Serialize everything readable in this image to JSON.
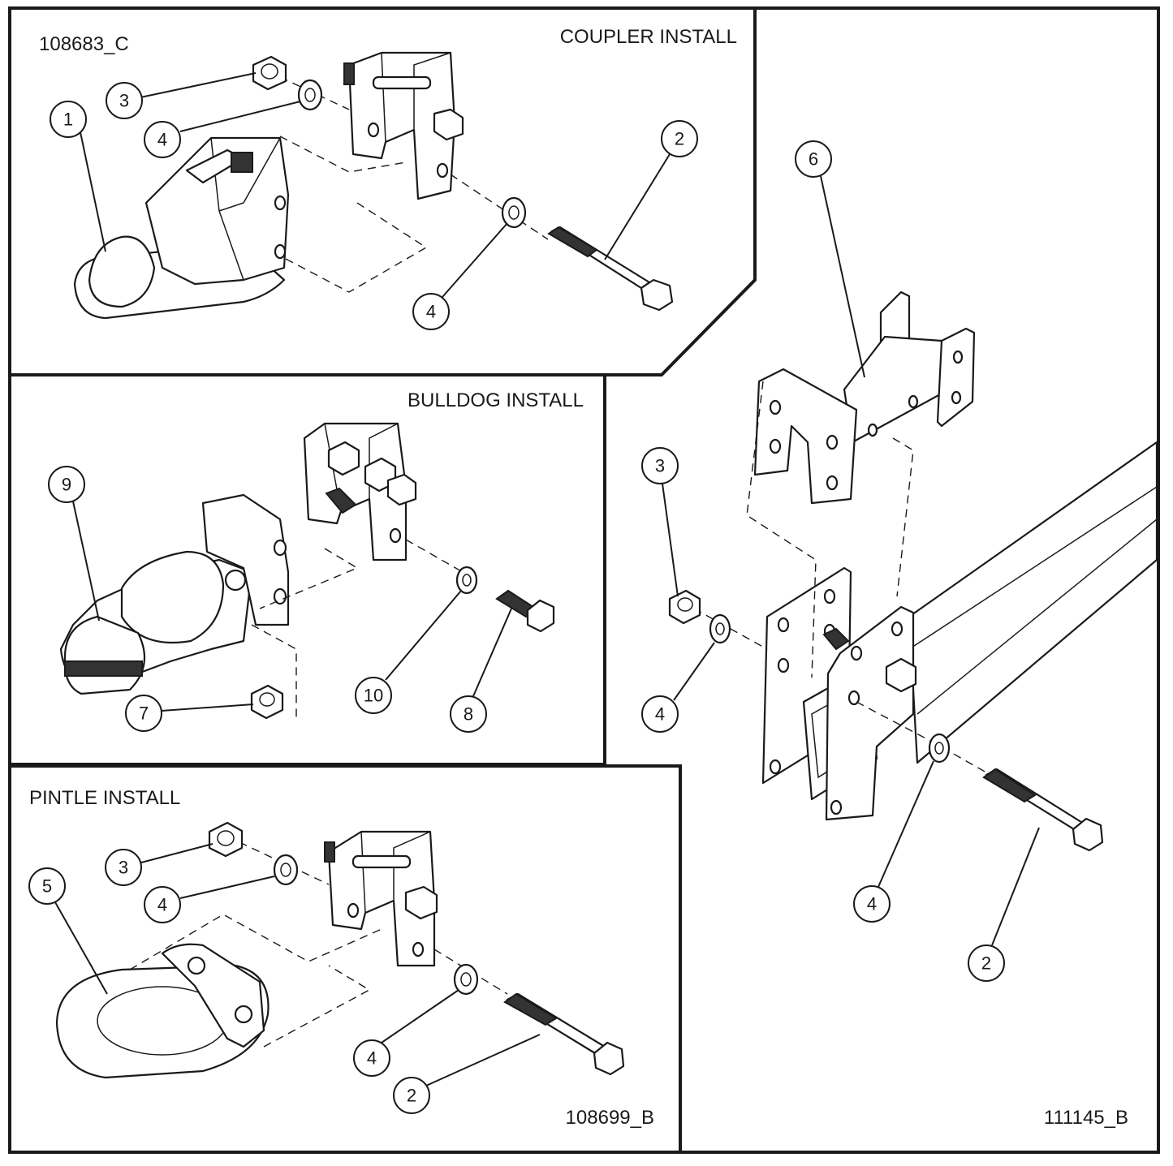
{
  "panels": {
    "coupler": {
      "title": "COUPLER INSTALL",
      "drawing_id": "108683_C"
    },
    "bulldog": {
      "title": "BULLDOG INSTALL"
    },
    "pintle": {
      "title": "PINTLE INSTALL",
      "drawing_id": "108699_B"
    },
    "frame": {
      "drawing_id": "111145_B"
    }
  },
  "callouts": {
    "coupler_1": "1",
    "coupler_2": "2",
    "coupler_3": "3",
    "coupler_4a": "4",
    "coupler_4b": "4",
    "bulldog_9": "9",
    "bulldog_7": "7",
    "bulldog_10": "10",
    "bulldog_8": "8",
    "pintle_5": "5",
    "pintle_3": "3",
    "pintle_4a": "4",
    "pintle_4b": "4",
    "pintle_2": "2",
    "frame_6": "6",
    "frame_3": "3",
    "frame_4a": "4",
    "frame_4b": "4",
    "frame_2": "2"
  },
  "colors": {
    "line": "#1a1a1a",
    "background": "#ffffff"
  }
}
